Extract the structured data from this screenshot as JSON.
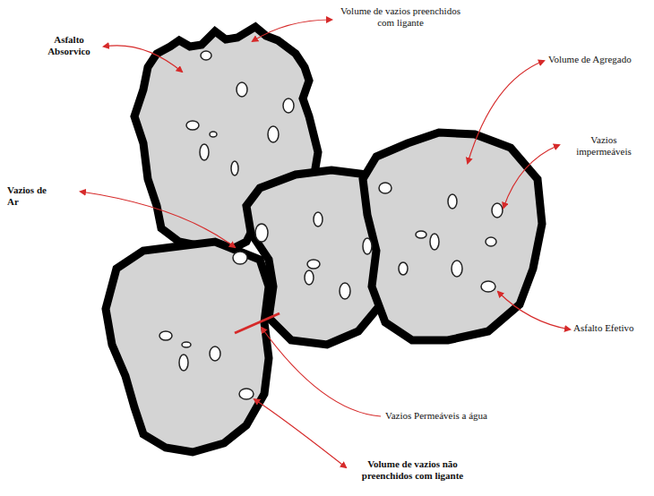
{
  "diagram": {
    "labels": [
      "Asfalto Absorvico",
      "Volume de vazios preenchidos com ligante",
      "Volume de Agregado",
      "Vazios impermeáveis",
      "Vazios de Ar",
      "Asfalto Efetivo",
      "Vazios Permeáveis a água",
      "Volume de vazios não preenchidos com ligante"
    ]
  }
}
